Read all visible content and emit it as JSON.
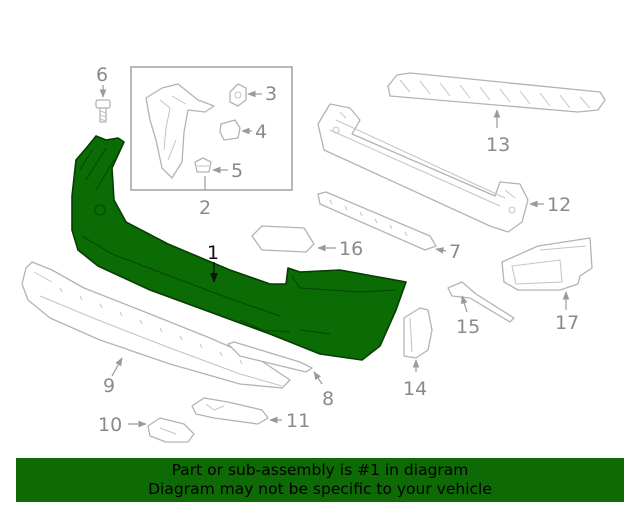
{
  "colors": {
    "highlight": "#0b6b05",
    "banner_background": "#0d6a04",
    "part_outline": "#b3b3b3"
  },
  "highlighted_part": "1",
  "callouts": {
    "c1": "1",
    "c2": "2",
    "c3": "3",
    "c4": "4",
    "c5": "5",
    "c6": "6",
    "c7": "7",
    "c8": "8",
    "c9": "9",
    "c10": "10",
    "c11": "11",
    "c12": "12",
    "c13": "13",
    "c14": "14",
    "c15": "15",
    "c16": "16",
    "c17": "17"
  },
  "banner": {
    "line1": "Part or sub-assembly is #1 in diagram",
    "line2": "Diagram may not be specific to your vehicle"
  }
}
